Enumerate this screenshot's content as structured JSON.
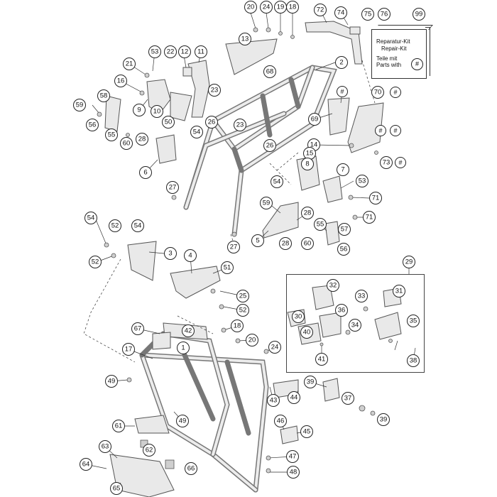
{
  "repair_kit": {
    "line1": "Reparatur-Kit",
    "line2": "Repair-Kit",
    "line3": "Teile mit",
    "line4": "Parts with",
    "symbol": "#"
  },
  "callouts": {
    "c20a": "20",
    "c24a": "24",
    "c19": "19",
    "c18": "18",
    "c72": "72",
    "c74": "74",
    "c75": "75",
    "c76": "76",
    "c99": "99",
    "c13": "13",
    "c53a": "53",
    "c22": "22",
    "c12": "12",
    "c11": "11",
    "c2": "2",
    "c21": "21",
    "c68": "68",
    "c16": "16",
    "c58": "58",
    "c59": "59",
    "c56a": "56",
    "c55a": "55",
    "c9": "9",
    "c10": "10",
    "c50": "50",
    "c23a": "23",
    "c26a": "26",
    "c23b": "23",
    "c70": "70",
    "c69": "69",
    "c14": "14",
    "c73": "73",
    "c60a": "60",
    "c28a": "28",
    "c54a": "54",
    "c26b": "26",
    "c15": "15",
    "c8": "8",
    "c7": "7",
    "c6": "6",
    "c27a": "27",
    "c54b": "54",
    "c53b": "53",
    "c71a": "71",
    "c71b": "71",
    "c59b": "59",
    "c28b": "28",
    "c55b": "55",
    "c57": "57",
    "c5": "5",
    "c28c": "28",
    "c60b": "60",
    "c56b": "56",
    "c27b": "27",
    "c54c": "54",
    "c52a": "52",
    "c54d": "54",
    "c3": "3",
    "c52b": "52",
    "c4": "4",
    "c51": "51",
    "c25": "25",
    "c52c": "52",
    "c29": "29",
    "c32": "32",
    "c33": "33",
    "c31": "31",
    "c30": "30",
    "c36": "36",
    "c34": "34",
    "c35": "35",
    "c40": "40",
    "c41": "41",
    "c38": "38",
    "c67": "67",
    "c42": "42",
    "c18b": "18",
    "c20b": "20",
    "c1": "1",
    "c17": "17",
    "c24b": "24",
    "c49a": "49",
    "c43": "43",
    "c44": "44",
    "c39a": "39",
    "c37": "37",
    "c39b": "39",
    "c61": "61",
    "c49b": "49",
    "c62": "62",
    "c46": "46",
    "c45": "45",
    "c63": "63",
    "c64": "64",
    "c47": "47",
    "c66": "66",
    "c48": "48",
    "c65": "65"
  },
  "hash_symbol": "#"
}
